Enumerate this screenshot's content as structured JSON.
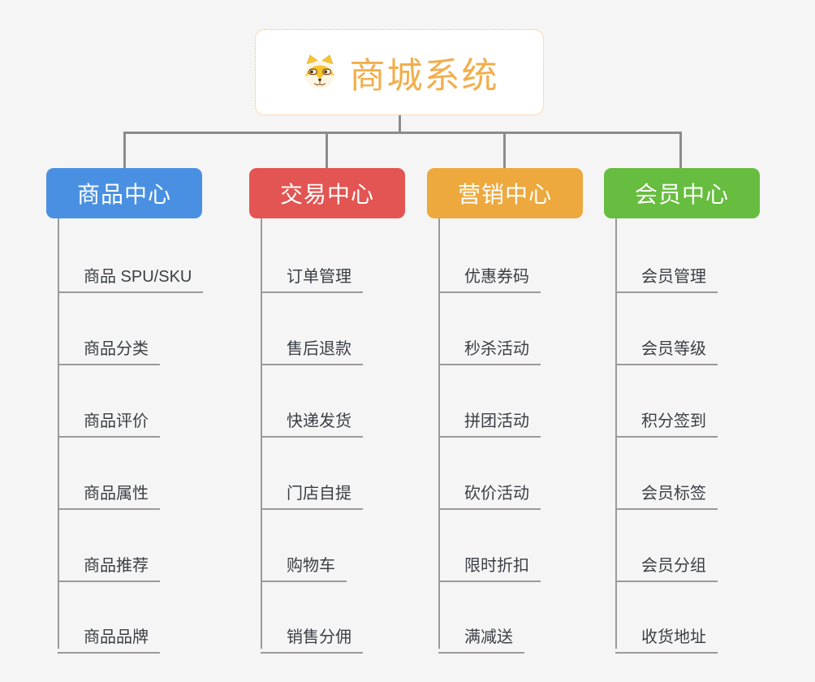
{
  "root": {
    "label": "商城系统",
    "icon": "shiba-dog-icon"
  },
  "branches": [
    {
      "label": "商品中心",
      "color": "#4a90e2",
      "items": [
        "商品 SPU/SKU",
        "商品分类",
        "商品评价",
        "商品属性",
        "商品推荐",
        "商品品牌"
      ]
    },
    {
      "label": "交易中心",
      "color": "#e25552",
      "items": [
        "订单管理",
        "售后退款",
        "快递发货",
        "门店自提",
        "购物车",
        "销售分佣"
      ]
    },
    {
      "label": "营销中心",
      "color": "#eda93e",
      "items": [
        "优惠券码",
        "秒杀活动",
        "拼团活动",
        "砍价活动",
        "限时折扣",
        "满减送"
      ]
    },
    {
      "label": "会员中心",
      "color": "#67bd3f",
      "items": [
        "会员管理",
        "会员等级",
        "积分签到",
        "会员标签",
        "会员分组",
        "收货地址"
      ]
    }
  ],
  "colors": {
    "background": "#f5f5f5",
    "root_text": "#f2ae4c",
    "root_border": "#f2b96d",
    "connector": "#8c8c8c",
    "leaf_line": "#9a9a9a",
    "leaf_text": "#3a3f45"
  }
}
